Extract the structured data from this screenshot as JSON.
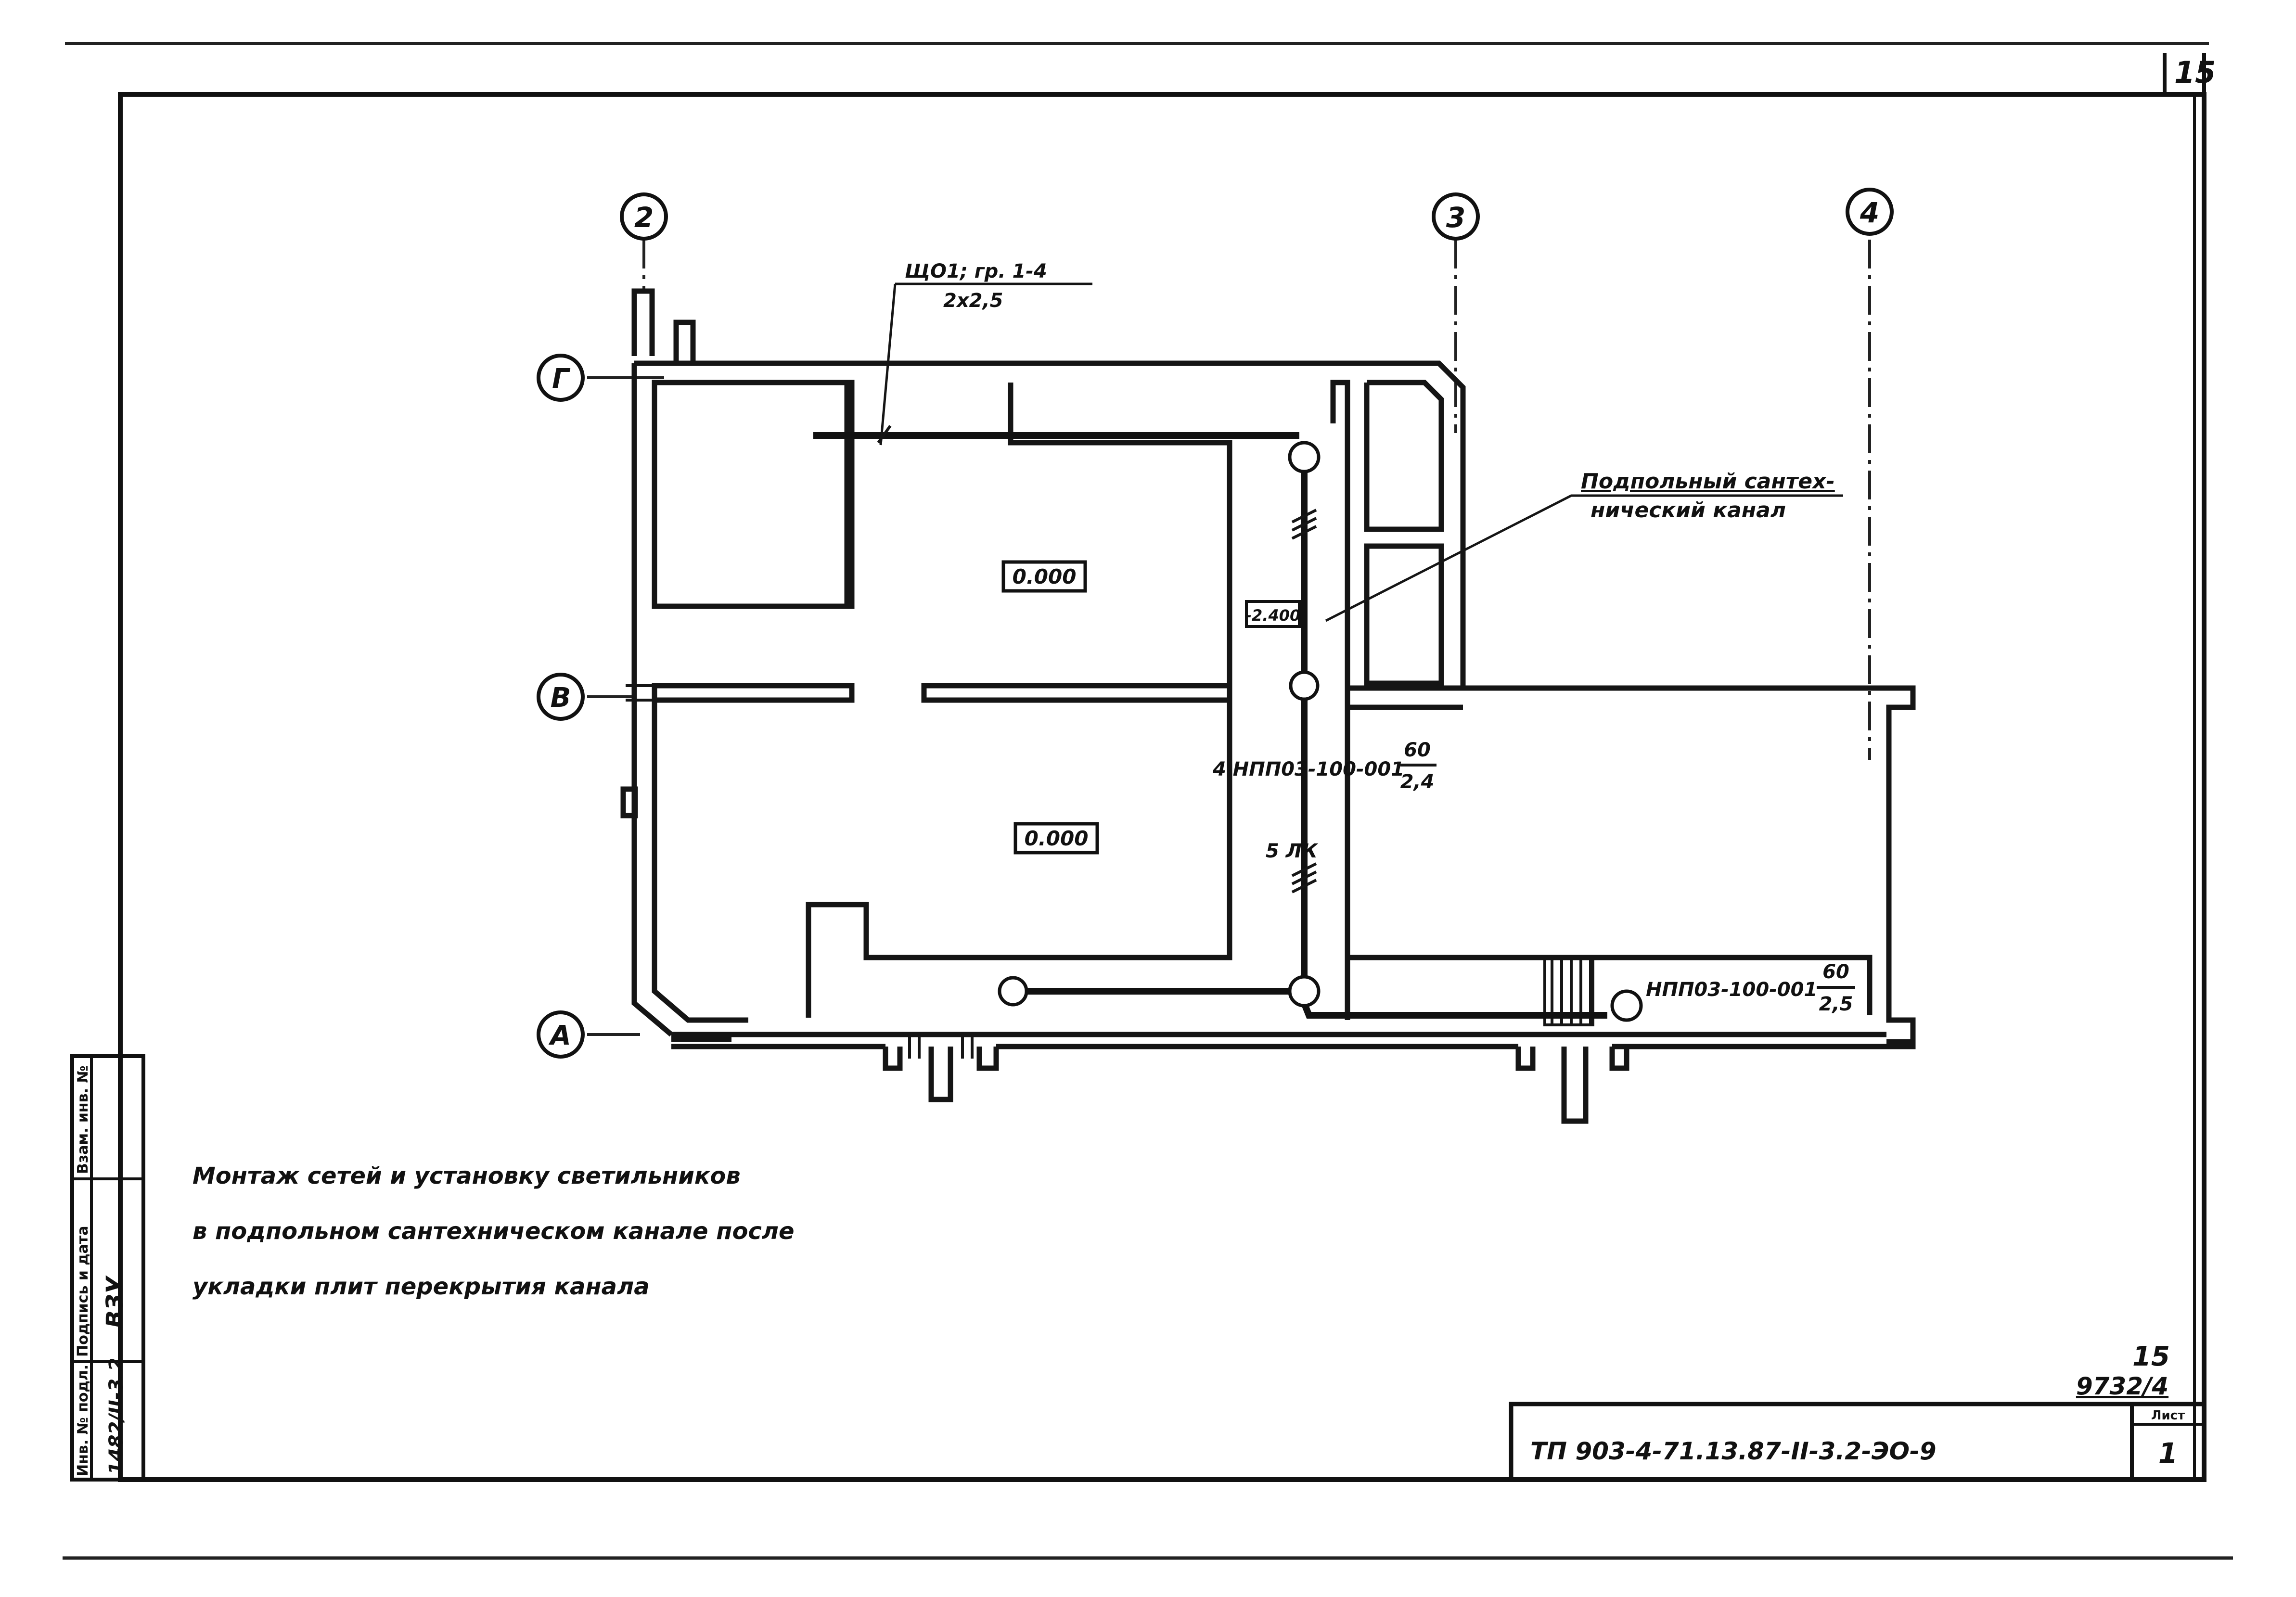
{
  "sheet": {
    "corner_number": "15",
    "axes_vertical": [
      "2",
      "3",
      "4"
    ],
    "axes_horizontal": [
      "Г",
      "В",
      "А"
    ]
  },
  "plan": {
    "room_top_elevation": "0.000",
    "room_bottom_elevation": "0.000",
    "channel_elevation": "-2.400",
    "feed_label_line1": "ЩО1; гр. 1-4",
    "feed_label_line2": "2х2,5",
    "channel_label_line1": "Подпольный сантех-",
    "channel_label_line2": "нический канал",
    "fixture_group_left": "4 НПП03-100-001",
    "fixture_group_left_num": "60",
    "fixture_group_left_den": "2,4",
    "cable_mark": "5 ЛК",
    "fixture_single": "НПП03-100-001",
    "fixture_single_num": "60",
    "fixture_single_den": "2,5"
  },
  "note": {
    "line1": "Монтаж сетей и установку светильников",
    "line2": "в подпольном сантехническом канале после",
    "line3": "укладки плит перекрытия канала"
  },
  "stamp": {
    "col_inv": "Инв. № подл.",
    "col_sign": "Подпись и дата",
    "col_repl": "Взам. инв. №",
    "inv_value": "1482/II-3.2",
    "sign_value": "ВЗУ"
  },
  "title_block": {
    "doc_code": "ТП 903-4-71.13.87-II-3.2-ЭО-9",
    "sheet_label": "Лист",
    "sheet_number": "1",
    "archive_top": "15",
    "archive_bottom": "9732/4"
  }
}
